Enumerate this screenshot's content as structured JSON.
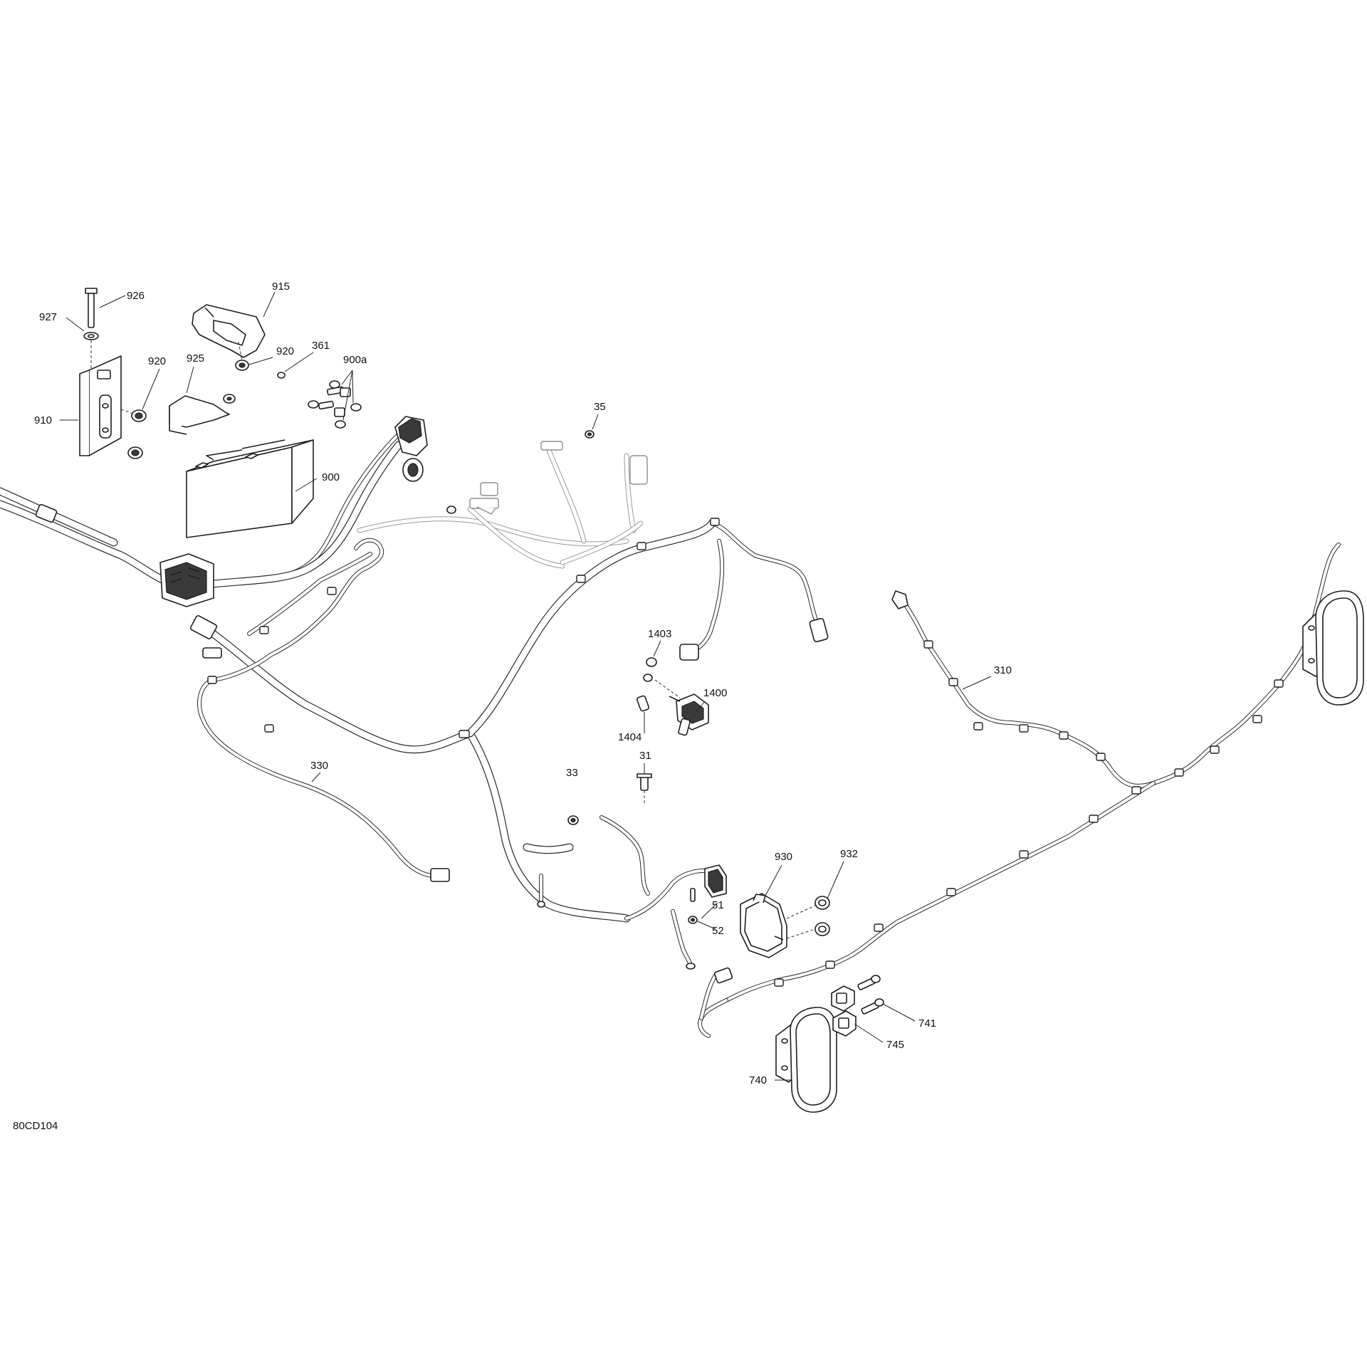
{
  "diagram": {
    "reference_code": "80CD104",
    "callouts": [
      {
        "id": "926",
        "label": "926"
      },
      {
        "id": "915",
        "label": "915"
      },
      {
        "id": "927",
        "label": "927"
      },
      {
        "id": "920a",
        "label": "920"
      },
      {
        "id": "920b",
        "label": "920"
      },
      {
        "id": "361",
        "label": "361"
      },
      {
        "id": "900a",
        "label": "900a"
      },
      {
        "id": "925",
        "label": "925"
      },
      {
        "id": "910",
        "label": "910"
      },
      {
        "id": "35",
        "label": "35"
      },
      {
        "id": "900",
        "label": "900"
      },
      {
        "id": "1403",
        "label": "1403"
      },
      {
        "id": "1400",
        "label": "1400"
      },
      {
        "id": "1404",
        "label": "1404"
      },
      {
        "id": "310",
        "label": "310"
      },
      {
        "id": "31",
        "label": "31"
      },
      {
        "id": "33",
        "label": "33"
      },
      {
        "id": "330",
        "label": "330"
      },
      {
        "id": "930",
        "label": "930"
      },
      {
        "id": "932",
        "label": "932"
      },
      {
        "id": "51",
        "label": "51"
      },
      {
        "id": "52",
        "label": "52"
      },
      {
        "id": "741",
        "label": "741"
      },
      {
        "id": "745",
        "label": "745"
      },
      {
        "id": "740",
        "label": "740"
      }
    ]
  }
}
